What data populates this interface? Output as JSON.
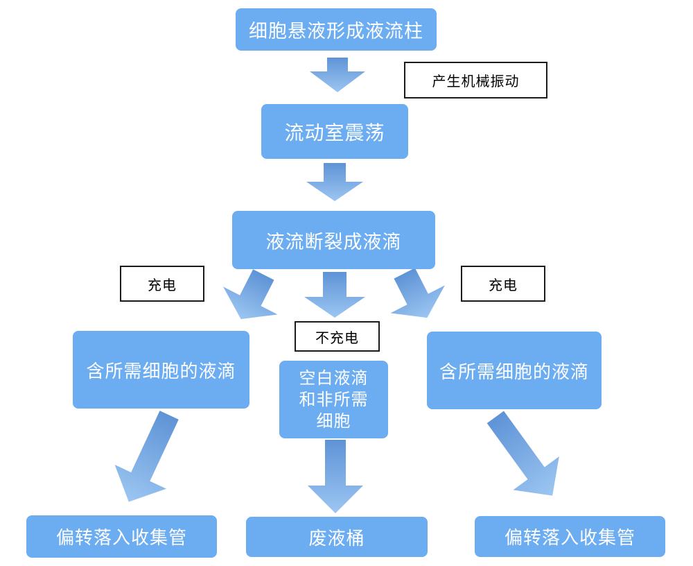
{
  "colors": {
    "node_fill": "#6CACF0",
    "node_text": "#FFFFFF",
    "arrow_gradient_start": "#5E93D6",
    "arrow_gradient_end": "#9CC6F2",
    "label_border": "#1A1A1A",
    "label_text": "#000000",
    "background": "#FFFFFF"
  },
  "nodes": {
    "step1": "细胞悬液形成液流柱",
    "step2": "流动室震荡",
    "step3": "液流断裂成液滴",
    "left_droplet": "含所需细胞的液滴",
    "middle_droplet": "空白液滴\n和非所需\n细胞",
    "right_droplet": "含所需细胞的液滴",
    "left_end": "偏转落入收集管",
    "middle_end": "废液桶",
    "right_end": "偏转落入收集管"
  },
  "labels": {
    "vibration": "产生机械振动",
    "charge_left": "充电",
    "no_charge": "不充电",
    "charge_right": "充电"
  }
}
